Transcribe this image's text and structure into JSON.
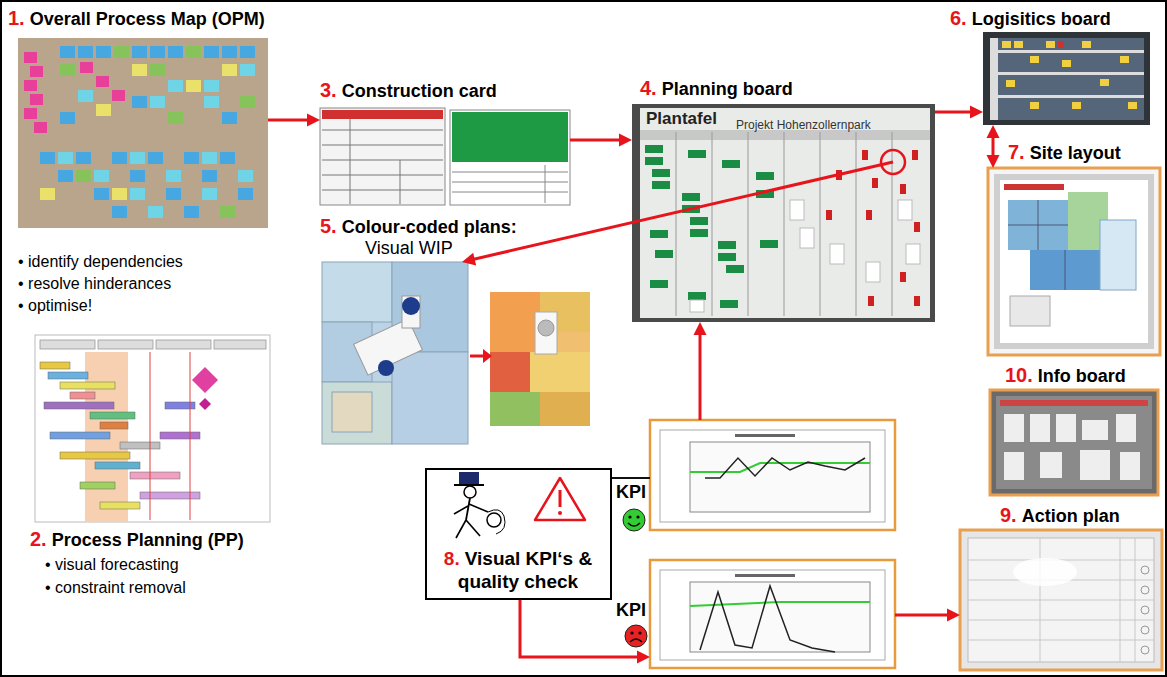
{
  "diagram": {
    "nodes": [
      {
        "text": [
          "1.",
          "Overall Process Map (OPM)"
        ]
      },
      {
        "text": [
          "2.",
          "Process Planning (PP)"
        ]
      },
      {
        "text": [
          "3.",
          "Construction card"
        ]
      },
      {
        "text": [
          "4.",
          "Planning board",
          "Plantafel",
          "Projekt Hohenzollernpark"
        ]
      },
      {
        "text": [
          "5.",
          "Colour-coded plans:",
          "Visual WIP"
        ]
      },
      {
        "text": [
          "6.",
          "Logisitics board"
        ]
      },
      {
        "text": [
          "7.",
          "Site layout"
        ]
      },
      {
        "text": [
          "8.",
          "Visual KPI‘s & quality check"
        ]
      },
      {
        "text": [
          "KPI"
        ]
      },
      {
        "text": [
          "KPI"
        ]
      },
      {
        "text": [
          "10.",
          "Info board"
        ]
      },
      {
        "text": [
          "9.",
          "Action plan"
        ]
      }
    ],
    "edges": [
      {
        "from": 0,
        "to": 2,
        "arrow": "to"
      },
      {
        "from": 2,
        "to": 3,
        "arrow": "to"
      },
      {
        "from": 3,
        "to": 5,
        "arrow": "to"
      },
      {
        "from": 5,
        "to": 6,
        "arrow": "both"
      },
      {
        "from": 3,
        "to": 4,
        "arrow": "to"
      },
      {
        "from": 8,
        "to": 3,
        "arrow": "to"
      },
      {
        "from": 7,
        "to": 8,
        "arrow": "none"
      },
      {
        "from": 7,
        "to": 9,
        "arrow": "to"
      },
      {
        "from": 9,
        "to": 11,
        "arrow": "to"
      }
    ],
    "labels": [
      "• identify dependencies",
      "• resolve hinderances",
      "• optimise!",
      "• visual forecasting",
      "• constraint removal"
    ]
  }
}
